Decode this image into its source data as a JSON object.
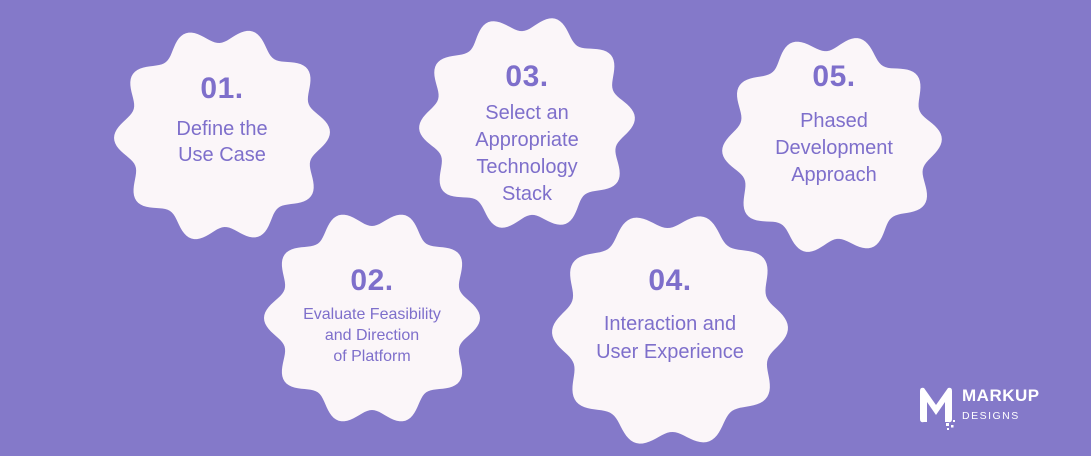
{
  "steps": [
    {
      "number": "01.",
      "text": "Define the\nUse Case"
    },
    {
      "number": "02.",
      "text": "Evaluate Feasibility\nand Direction\nof Platform"
    },
    {
      "number": "03.",
      "text": "Select an\nAppropriate\nTechnology\nStack"
    },
    {
      "number": "04.",
      "text": "Interaction and\nUser Experience"
    },
    {
      "number": "05.",
      "text": "Phased\nDevelopment\nApproach"
    }
  ],
  "logo": {
    "word": "MARKUP",
    "sub": "DESIGNS"
  },
  "colors": {
    "background": "#8479c9",
    "blob": "#fbf6f9",
    "text": "#7e6fcb"
  }
}
